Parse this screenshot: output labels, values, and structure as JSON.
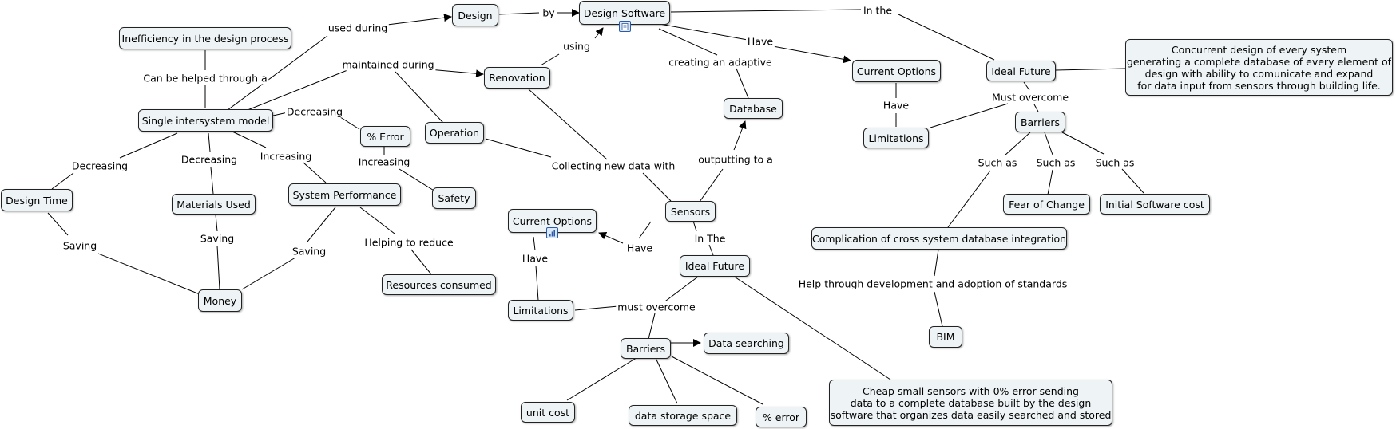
{
  "concepts": {
    "design_software": "Design Software",
    "design": "Design",
    "inefficiency": "Inefficiency in the design process",
    "single_model": "Single intersystem model",
    "renovation": "Renovation",
    "operation": "Operation",
    "pct_error_top": "% Error",
    "safety": "Safety",
    "design_time": "Design Time",
    "materials_used": "Materials Used",
    "system_performance": "System Performance",
    "money": "Money",
    "resources_consumed": "Resources consumed",
    "database": "Database",
    "sensors": "Sensors",
    "current_options_mid": "Current Options",
    "limitations_mid": "Limitations",
    "ideal_future_mid": "Ideal Future",
    "barriers_mid": "Barriers",
    "data_searching": "Data searching",
    "unit_cost": "unit cost",
    "data_storage": "data storage space",
    "pct_error_bottom": "% error",
    "sensor_future_text": [
      "Cheap small sensors with 0% error sending",
      "data to a complete database built by the design",
      "software that organizes data easily searched and stored"
    ],
    "current_options_right": "Current Options",
    "limitations_right": "Limitations",
    "ideal_future_right": "Ideal Future",
    "future_text": [
      "Concurrent design of every system",
      "generating a complete database of every element of",
      "design with ability to comunicate and expand",
      "for data input from sensors through building life."
    ],
    "barriers_right": "Barriers",
    "fear_of_change": "Fear of Change",
    "initial_cost": "Initial Software cost",
    "complication": "Complication of cross system database integration",
    "bim": "BIM"
  },
  "phrases": {
    "by": "by",
    "used_during": "used during",
    "in_the_top": "In the",
    "have_top": "Have",
    "using": "using",
    "maintained_during": "maintained during",
    "creating_adaptive": "creating an adaptive",
    "can_be_helped": "Can be helped through a",
    "decreasing_err": "Decreasing",
    "decreasing_time": "Decreasing",
    "decreasing_mat": "Decreasing",
    "increasing_perf": "Increasing",
    "increasing_safety": "Increasing",
    "collecting": "Collecting new data with",
    "outputting": "outputting to a",
    "saving_time": "Saving",
    "saving_mat": "Saving",
    "saving_perf": "Saving",
    "helping_reduce": "Helping to reduce",
    "have_sensors": "Have",
    "in_the_sensors": "In The",
    "have_mid": "Have",
    "must_overcome_mid": "must overcome",
    "have_right": "Have",
    "must_overcome_right": "Must overcome",
    "such_as_1": "Such as",
    "such_as_2": "Such as",
    "such_as_3": "Such as",
    "help_through": "Help through development and adoption of standards"
  }
}
